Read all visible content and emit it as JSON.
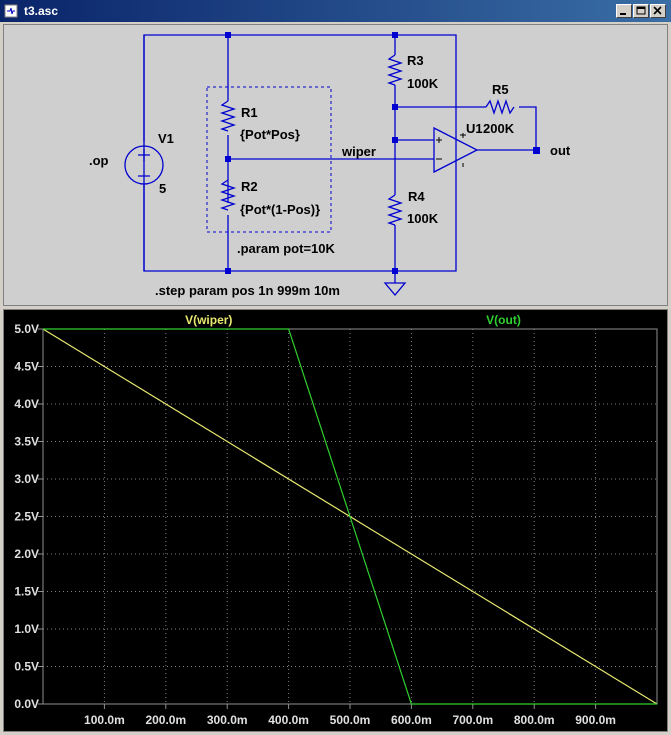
{
  "window": {
    "title": "t3.asc"
  },
  "schematic": {
    "v1_label": "V1",
    "v1_value": "5",
    "op_directive": ".op",
    "r1_label": "R1",
    "r1_value": "{Pot*Pos}",
    "r2_label": "R2",
    "r2_value": "{Pot*(1-Pos)}",
    "r3_label": "R3",
    "r3_value": "100K",
    "r4_label": "R4",
    "r4_value": "100K",
    "r5_label": "R5",
    "r5_value": "200K",
    "u1_label": "U1",
    "wiper_net": "wiper",
    "out_net": "out",
    "param_directive": ".param pot=10K",
    "step_directive": ".step param pos 1n 999m 10m",
    "wire_color": "#0000d0",
    "dot_color": "#0000d0"
  },
  "chart_data": {
    "type": "line",
    "xlim": [
      0,
      1
    ],
    "ylim": [
      0,
      5
    ],
    "x_ticks": [
      0.1,
      0.2,
      0.3,
      0.4,
      0.5,
      0.6,
      0.7,
      0.8,
      0.9
    ],
    "x_tick_labels": [
      "100.0m",
      "200.0m",
      "300.0m",
      "400.0m",
      "500.0m",
      "600.0m",
      "700.0m",
      "800.0m",
      "900.0m"
    ],
    "y_ticks": [
      0,
      0.5,
      1,
      1.5,
      2,
      2.5,
      3,
      3.5,
      4,
      4.5,
      5
    ],
    "y_tick_labels": [
      "0.0V",
      "0.5V",
      "1.0V",
      "1.5V",
      "2.0V",
      "2.5V",
      "3.0V",
      "3.5V",
      "4.0V",
      "4.5V",
      "5.0V"
    ],
    "grid": true,
    "series": [
      {
        "name": "V(wiper)",
        "color": "#e8e870",
        "x": [
          0,
          1
        ],
        "y": [
          5,
          0
        ]
      },
      {
        "name": "V(out)",
        "color": "#30d030",
        "x": [
          0,
          0.4,
          0.5,
          0.6,
          1
        ],
        "y": [
          5,
          5,
          2.5,
          0,
          0
        ]
      }
    ]
  }
}
